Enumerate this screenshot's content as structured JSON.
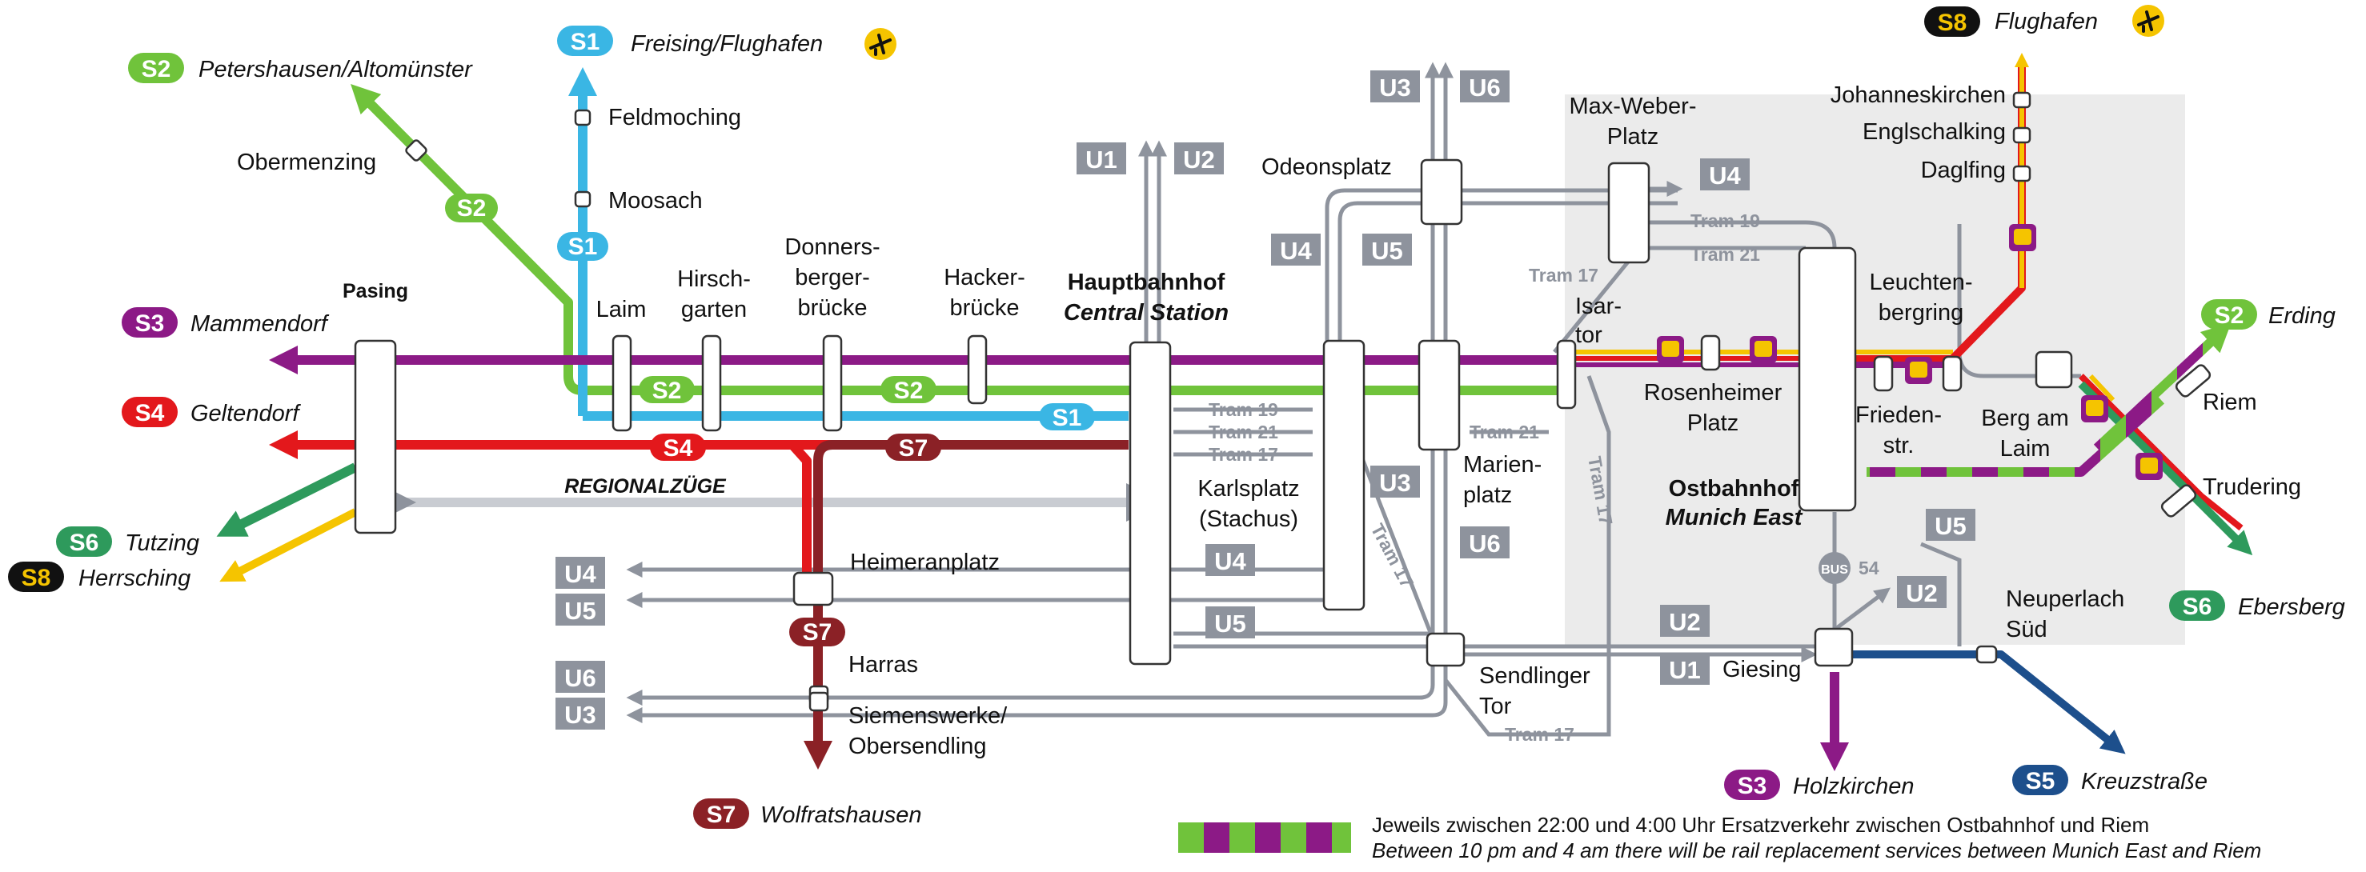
{
  "colors": {
    "s1": "#3ab6e4",
    "s2": "#70c33b",
    "s3": "#8c1a86",
    "s4": "#e3181c",
    "s5": "#1d4f8c",
    "s6": "#2e9a5c",
    "s7": "#8b2126",
    "s8": "#f5c400",
    "grey": "#8e939d",
    "ubahn_box": "#8e939d",
    "zone": "#ebebeb"
  },
  "lines": {
    "s1_label": "S1",
    "s2_label": "S2",
    "s3_label": "S3",
    "s4_label": "S4",
    "s5_label": "S5",
    "s6_label": "S6",
    "s7_label": "S7",
    "s8_label": "S8",
    "u1": "U1",
    "u2": "U2",
    "u3": "U3",
    "u4": "U4",
    "u5": "U5",
    "u6": "U6",
    "tram17": "Tram 17",
    "tram19": "Tram 19",
    "tram21": "Tram 21",
    "bus": "BUS",
    "bus_number": "54"
  },
  "destinations": {
    "s1": "Freising/Flughafen",
    "s2_west": "Petershausen/Altomünster",
    "s2_east": "Erding",
    "s3_west": "Mammendorf",
    "s3_south": "Holzkirchen",
    "s4": "Geltendorf",
    "s5": "Kreuzstraße",
    "s6_west": "Tutzing",
    "s6_east": "Ebersberg",
    "s7": "Wolfratshausen",
    "s8_west": "Herrsching",
    "s8_east": "Flughafen"
  },
  "stations": {
    "pasing": "Pasing",
    "obermenzing": "Obermenzing",
    "feldmoching": "Feldmoching",
    "moosach": "Moosach",
    "laim": "Laim",
    "hirschgarten": [
      "Hirsch-",
      "garten"
    ],
    "donnersbergerbruecke": [
      "Donners-",
      "berger-",
      "brücke"
    ],
    "hackerbruecke": [
      "Hacker-",
      "brücke"
    ],
    "hauptbahnhof": "Hauptbahnhof",
    "central_station": "Central Station",
    "karlsplatz": [
      "Karlsplatz",
      "(Stachus)"
    ],
    "odeonsplatz": "Odeonsplatz",
    "marienplatz": [
      "Marien-",
      "platz"
    ],
    "max_weber_platz": [
      "Max-Weber-",
      "Platz"
    ],
    "isartor": [
      "Isar-",
      "tor"
    ],
    "rosenheimer_platz": [
      "Rosenheimer",
      "Platz"
    ],
    "ostbahnhof": "Ostbahnhof",
    "munich_east": "Munich East",
    "johanneskirchen": "Johanneskirchen",
    "englschalking": "Englschalking",
    "daglfing": "Daglfing",
    "leuchtenbergring": [
      "Leuchten-",
      "bergring"
    ],
    "friedenstr": [
      "Frieden-",
      "str."
    ],
    "berg_am_laim": [
      "Berg am",
      "Laim"
    ],
    "riem": "Riem",
    "trudering": "Trudering",
    "heimeranplatz": "Heimeranplatz",
    "harras": "Harras",
    "siemenswerke": [
      "Siemenswerke/",
      "Obersendling"
    ],
    "sendlinger_tor": [
      "Sendlinger",
      "Tor"
    ],
    "giesing": "Giesing",
    "neuperlach_sued": [
      "Neuperlach",
      "Süd"
    ],
    "regionalzuege": "REGIONALZÜGE"
  },
  "legend": {
    "line_de": "Jeweils zwischen 22:00 und 4:00 Uhr Ersatzverkehr zwischen Ostbahnhof und Riem",
    "line_en": "Between 10 pm and 4 am there will be rail replacement services between Munich East and Riem"
  },
  "icons": [
    "airplane-icon",
    "rail-replacement-bus-icon",
    "bus-stop-icon"
  ]
}
